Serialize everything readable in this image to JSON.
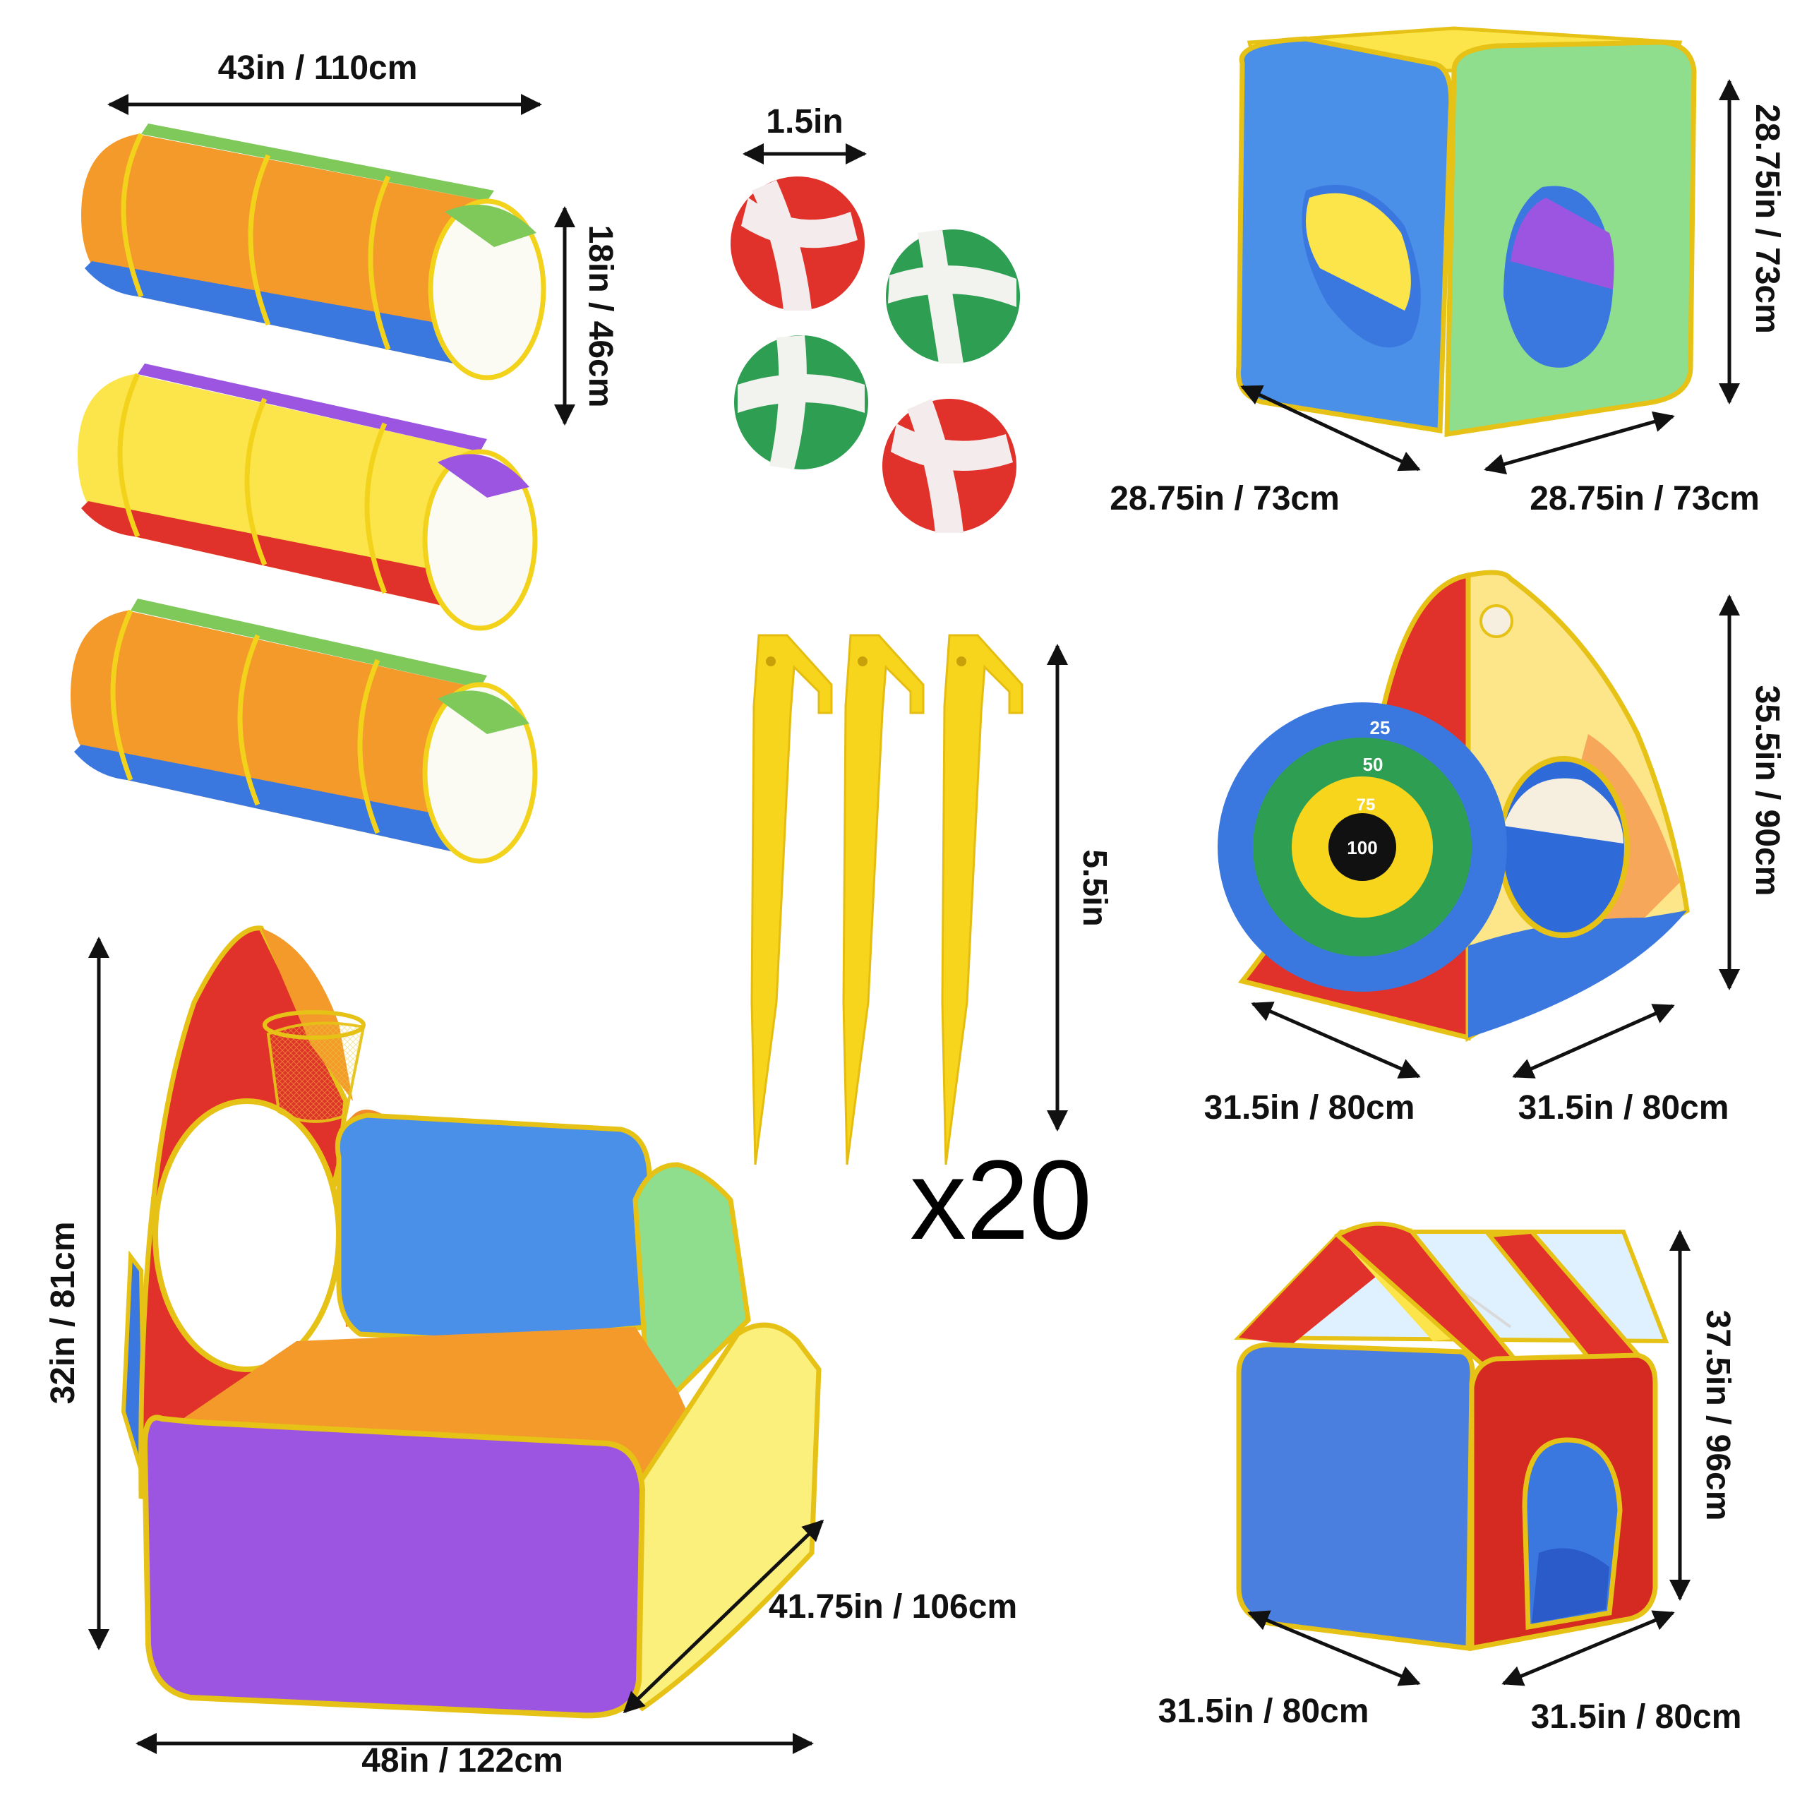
{
  "products": {
    "tunnels": {
      "length": "43in / 110cm",
      "diameter": "18in / 46cm",
      "count": 3
    },
    "balls": {
      "diameter": "1.5in",
      "count": 4
    },
    "stakes": {
      "length": "5.5in",
      "quantity": "x20"
    },
    "cube_tent": {
      "height": "28.75in / 73cm",
      "width": "28.75in / 73cm",
      "depth": "28.75in / 73cm"
    },
    "target_tent": {
      "height": "35.5in / 90cm",
      "width": "31.5in / 80cm",
      "depth": "31.5in / 80cm",
      "target_scores": [
        "25",
        "50",
        "75",
        "100"
      ]
    },
    "house_tent": {
      "height": "37.5in / 96cm",
      "width": "31.5in / 80cm",
      "depth": "31.5in / 80cm"
    },
    "ball_pit": {
      "height": "32in / 81cm",
      "width": "48in / 122cm",
      "depth": "41.75in / 106cm"
    }
  },
  "colors": {
    "orange": "#f39a2b",
    "blue": "#4a90e8",
    "green": "#8ede8e",
    "yellow": "#fbe54a",
    "red": "#e0322a",
    "purple": "#9b55e0",
    "dark_green": "#2e9e52",
    "stake_yellow": "#f7d51c"
  }
}
